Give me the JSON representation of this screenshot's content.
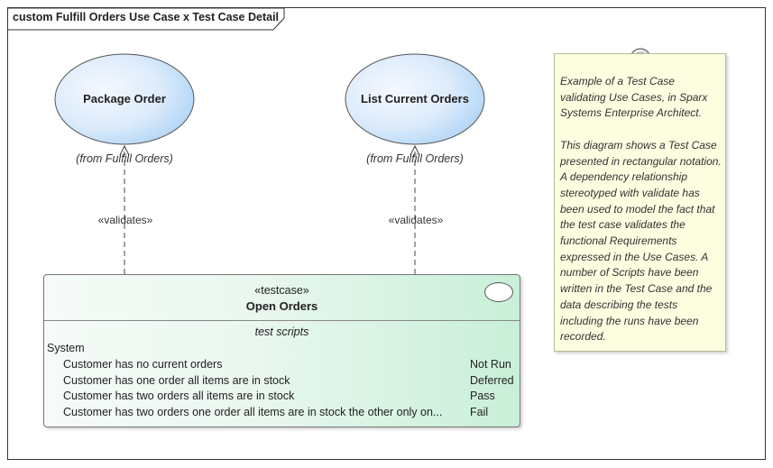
{
  "frame": {
    "title": "custom Fulfill Orders Use Case x Test Case Detail"
  },
  "use_cases": [
    {
      "name": "Package Order",
      "from": "(from Fulfill Orders)"
    },
    {
      "name": "List Current Orders",
      "from": "(from Fulfill Orders)"
    }
  ],
  "dependencies": [
    {
      "label": "«validates»"
    },
    {
      "label": "«validates»"
    }
  ],
  "test_case": {
    "stereotype": "«testcase»",
    "name": "Open Orders",
    "compartment_title": "test scripts",
    "group": "System",
    "scripts": [
      {
        "name": "Customer has no current orders",
        "status": "Not Run"
      },
      {
        "name": "Customer has one order all items are in stock",
        "status": "Deferred"
      },
      {
        "name": "Customer has two orders all items are in stock",
        "status": "Pass"
      },
      {
        "name": "Customer has two orders one order all items are in stock the other only on...",
        "status": "Fail"
      }
    ]
  },
  "note": {
    "paragraph_1": "Example of a Test Case validating Use Cases, in Sparx Systems Enterprise Architect.",
    "paragraph_2": "This diagram shows a Test Case presented in rectangular notation. A dependency relationship stereotyped with validate has been used to model the fact that the test case validates the functional Requirements expressed in the Use Cases. A number of Scripts have been written in the Test Case and the data describing the tests including the runs have been recorded."
  },
  "colors": {
    "use_case_fill_light": "#eef4fc",
    "use_case_fill_dark": "#a9d2f5",
    "test_case_fill": "#c8efd8",
    "note_fill": "#fdfde0",
    "line": "#333333"
  }
}
